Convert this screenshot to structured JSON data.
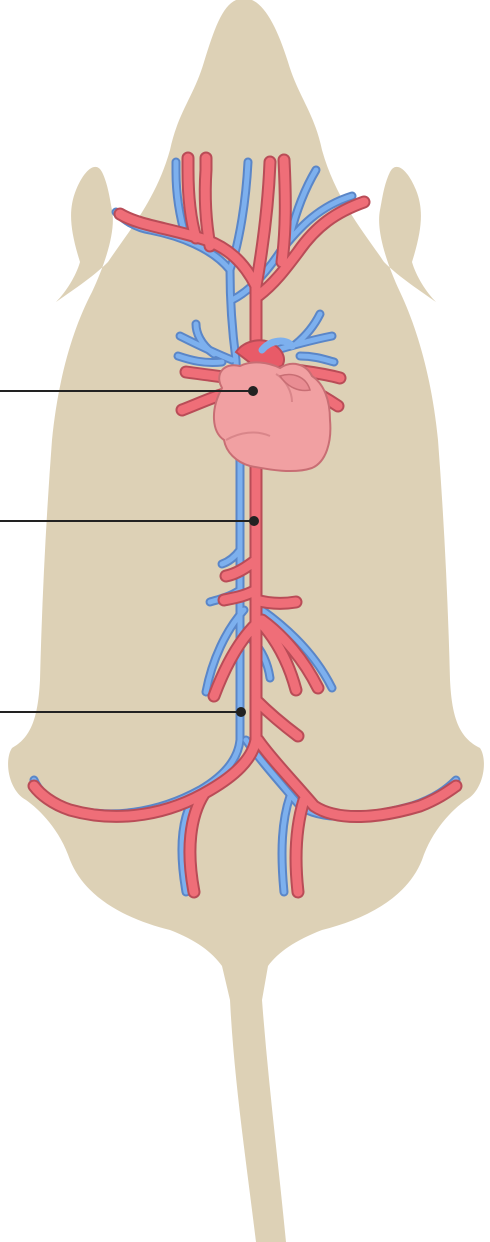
{
  "diagram": {
    "colors": {
      "body": "#ddd1b6",
      "artery": "#ef6e78",
      "vein": "#7db0ee",
      "heart": "#f0a0a0",
      "leader_line": "#222222"
    },
    "pointers": [
      {
        "id": "pointer-heart",
        "label": ""
      },
      {
        "id": "pointer-upper-vessel",
        "label": ""
      },
      {
        "id": "pointer-lower-vessel",
        "label": ""
      }
    ]
  }
}
